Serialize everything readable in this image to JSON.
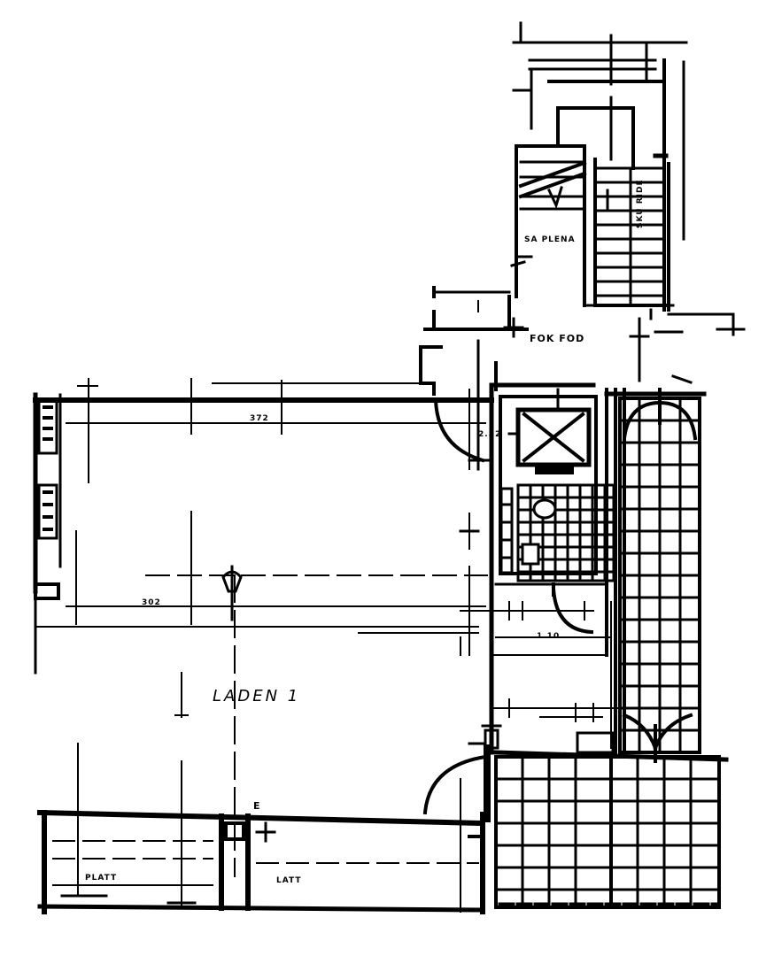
{
  "rooms": {
    "shop": "LADEN 1",
    "foyer": "FOK FOD",
    "stair": "SA PLENA",
    "stair_side": "SKU RIDE",
    "left_store": "PLATT",
    "right_store": "LATT"
  },
  "dimensions": {
    "top_span": "372",
    "mid_span": "302",
    "upper_side": "2.52",
    "mid_side": "1.10"
  },
  "marks": {
    "section_e": "E"
  }
}
